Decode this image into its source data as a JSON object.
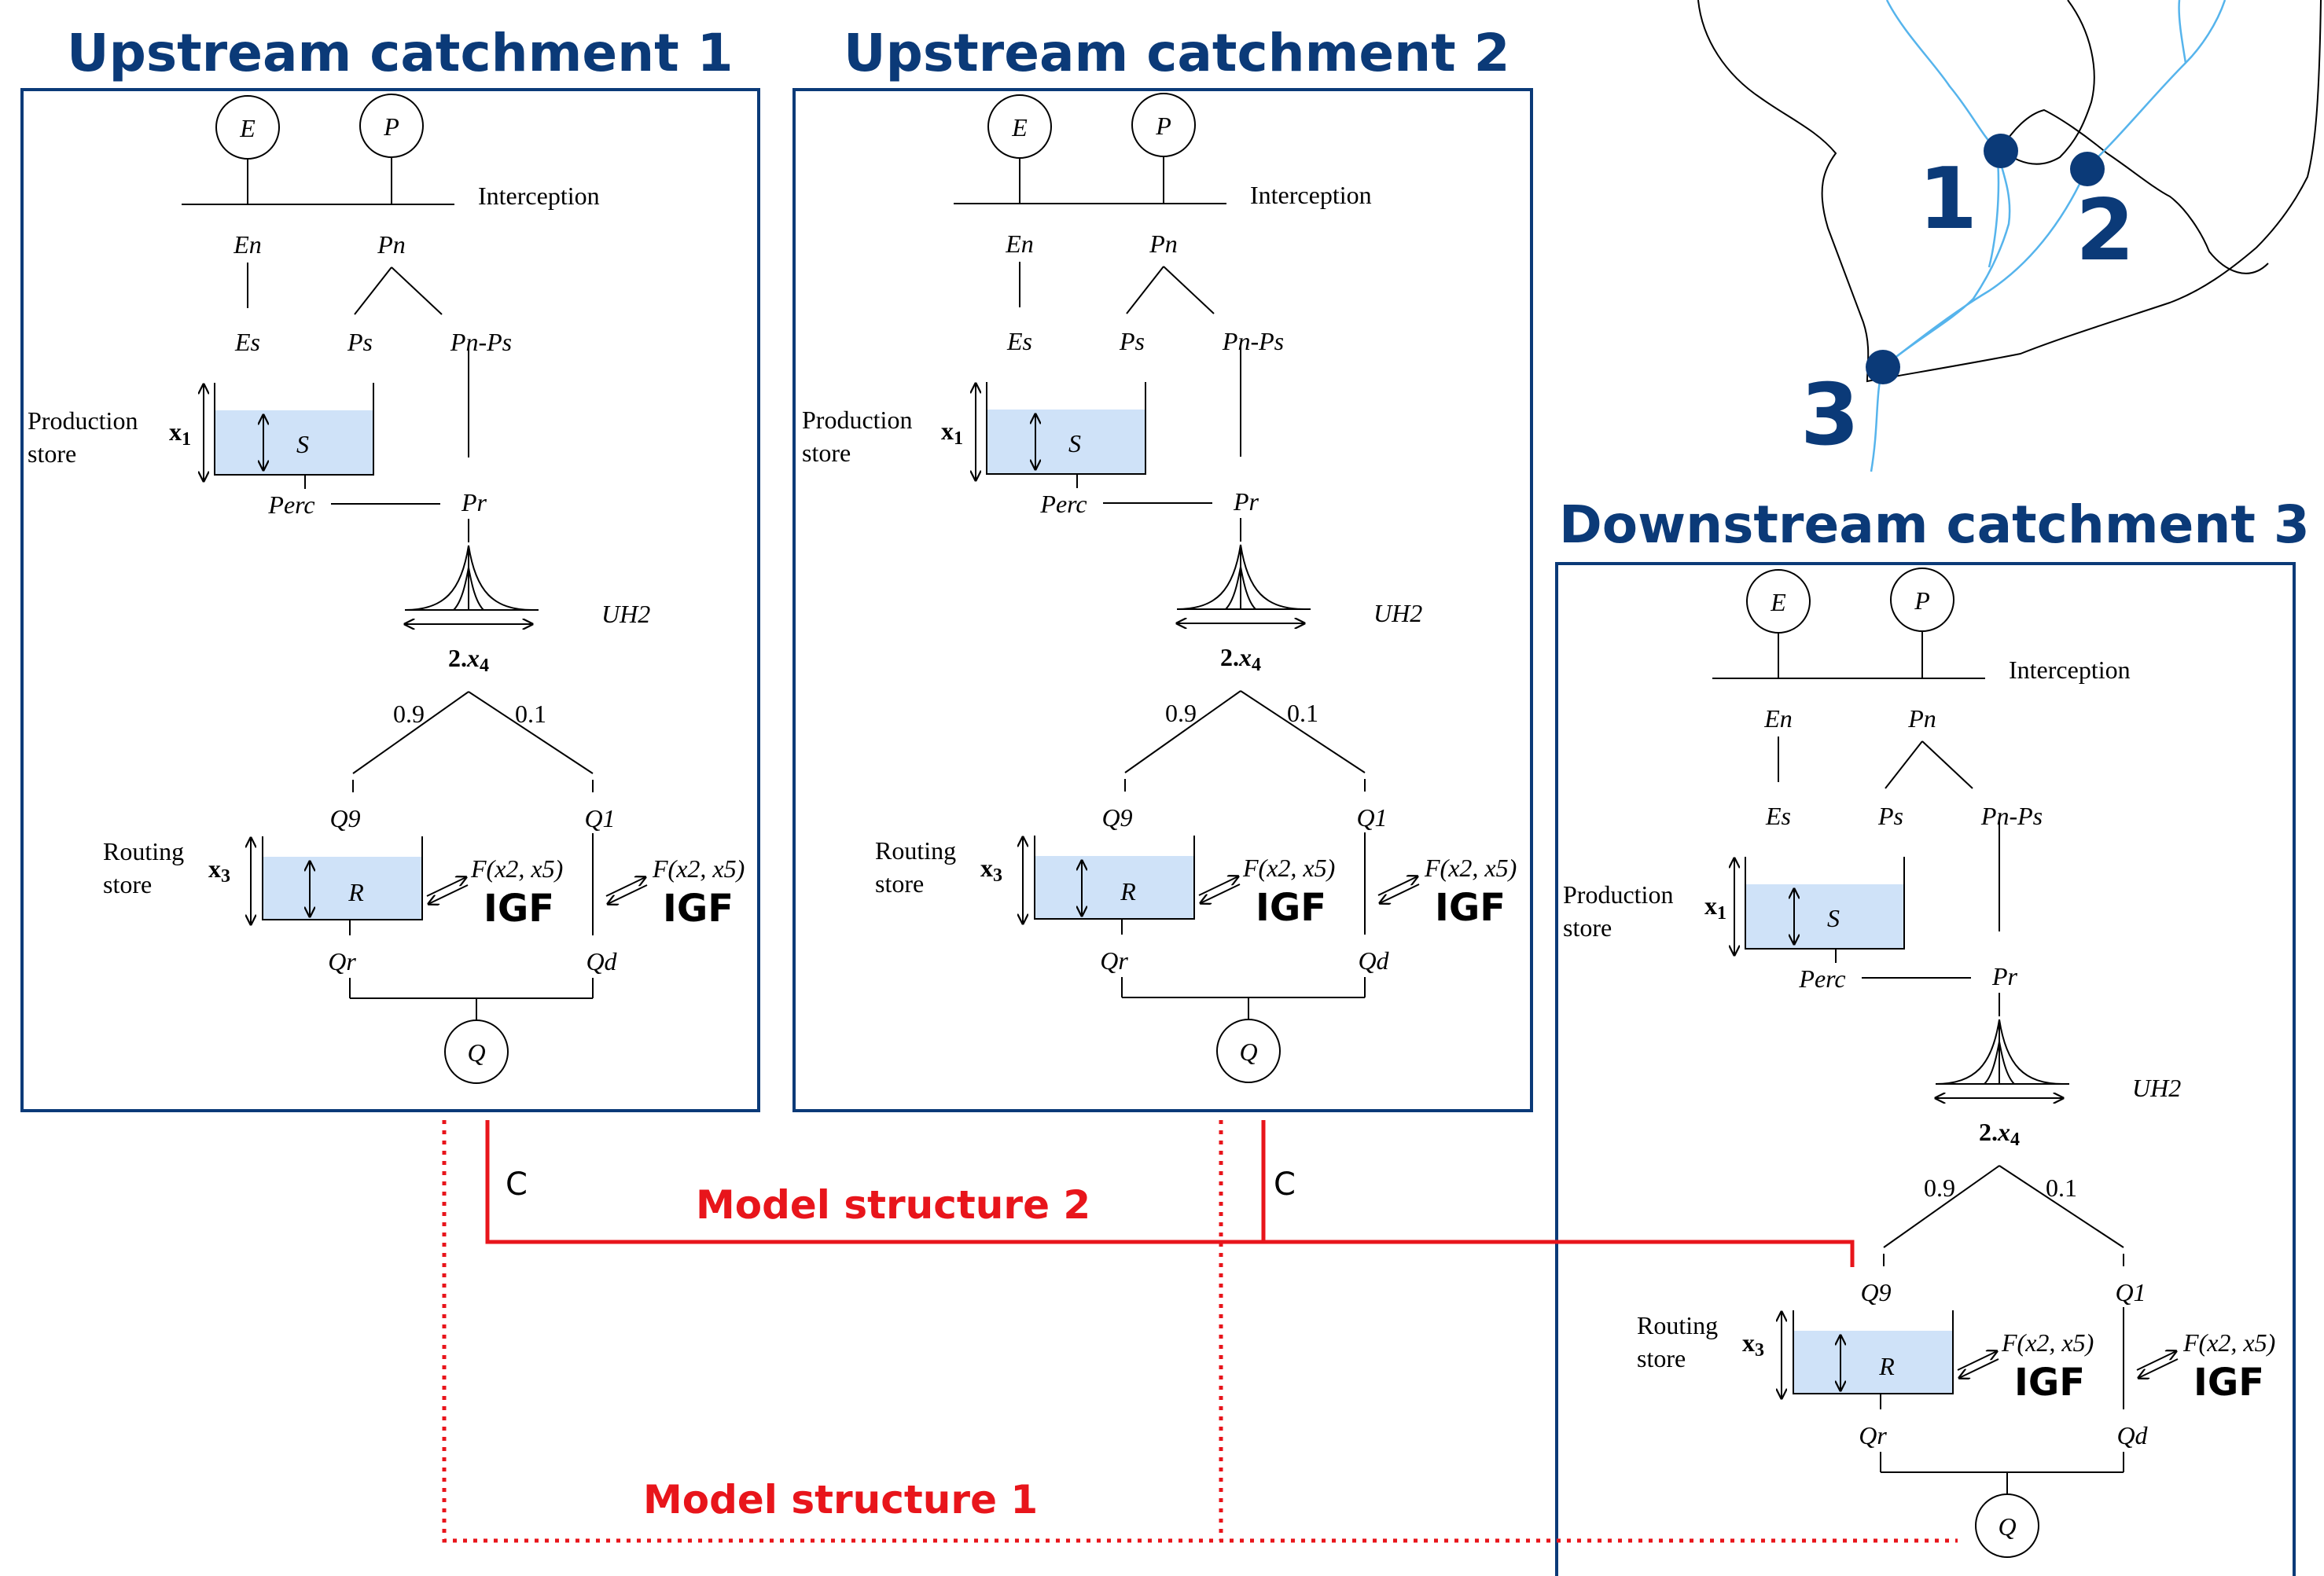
{
  "upstream_1": {
    "title": "Upstream catchment 1",
    "model": {
      "E": "E",
      "P": "P",
      "interception": "Interception",
      "En": "En",
      "Pn": "Pn",
      "Es": "Es",
      "Ps": "Ps",
      "PnPs": "Pn-Ps",
      "production_store_l1": "Production",
      "production_store_l2": "store",
      "x1": "x",
      "x1_sub": "1",
      "S": "S",
      "Perc": "Perc",
      "Pr": "Pr",
      "UH2": "UH2",
      "x4_pre": "2.",
      "x4": "x",
      "x4_sub": "4",
      "split_09": "0.9",
      "split_01": "0.1",
      "Q9": "Q9",
      "Q1": "Q1",
      "routing_store_l1": "Routing",
      "routing_store_l2": "store",
      "x3": "x",
      "x3_sub": "3",
      "R": "R",
      "F_label": "F(x2, x5)",
      "IGF": "IGF",
      "Qr": "Qr",
      "Qd": "Qd",
      "Q": "Q"
    }
  },
  "upstream_2": {
    "title": "Upstream catchment 2",
    "model": {
      "E": "E",
      "P": "P",
      "interception": "Interception",
      "En": "En",
      "Pn": "Pn",
      "Es": "Es",
      "Ps": "Ps",
      "PnPs": "Pn-Ps",
      "production_store_l1": "Production",
      "production_store_l2": "store",
      "x1": "x",
      "x1_sub": "1",
      "S": "S",
      "Perc": "Perc",
      "Pr": "Pr",
      "UH2": "UH2",
      "x4_pre": "2.",
      "x4": "x",
      "x4_sub": "4",
      "split_09": "0.9",
      "split_01": "0.1",
      "Q9": "Q9",
      "Q1": "Q1",
      "routing_store_l1": "Routing",
      "routing_store_l2": "store",
      "x3": "x",
      "x3_sub": "3",
      "R": "R",
      "F_label": "F(x2, x5)",
      "IGF": "IGF",
      "Qr": "Qr",
      "Qd": "Qd",
      "Q": "Q"
    }
  },
  "downstream_3": {
    "title": "Downstream catchment 3",
    "model": {
      "E": "E",
      "P": "P",
      "interception": "Interception",
      "En": "En",
      "Pn": "Pn",
      "Es": "Es",
      "Ps": "Ps",
      "PnPs": "Pn-Ps",
      "production_store_l1": "Production",
      "production_store_l2": "store",
      "x1": "x",
      "x1_sub": "1",
      "S": "S",
      "Perc": "Perc",
      "Pr": "Pr",
      "UH2": "UH2",
      "x4_pre": "2.",
      "x4": "x",
      "x4_sub": "4",
      "split_09": "0.9",
      "split_01": "0.1",
      "Q9": "Q9",
      "Q1": "Q1",
      "routing_store_l1": "Routing",
      "routing_store_l2": "store",
      "x3": "x",
      "x3_sub": "3",
      "R": "R",
      "F_label": "F(x2, x5)",
      "IGF": "IGF",
      "Qr": "Qr",
      "Qd": "Qd",
      "Q": "Q"
    }
  },
  "connections": {
    "c_label_1": "C",
    "c_label_2": "C",
    "model_structure_2": "Model structure 2",
    "model_structure_1": "Model structure 1"
  },
  "map": {
    "outlet_1": "1",
    "outlet_2": "2",
    "outlet_3": "3"
  },
  "colors": {
    "title_blue": "#0b3a78",
    "connection_red": "#e8151b",
    "store_water": "#cfe2f8",
    "river_blue": "#56b4ec"
  }
}
